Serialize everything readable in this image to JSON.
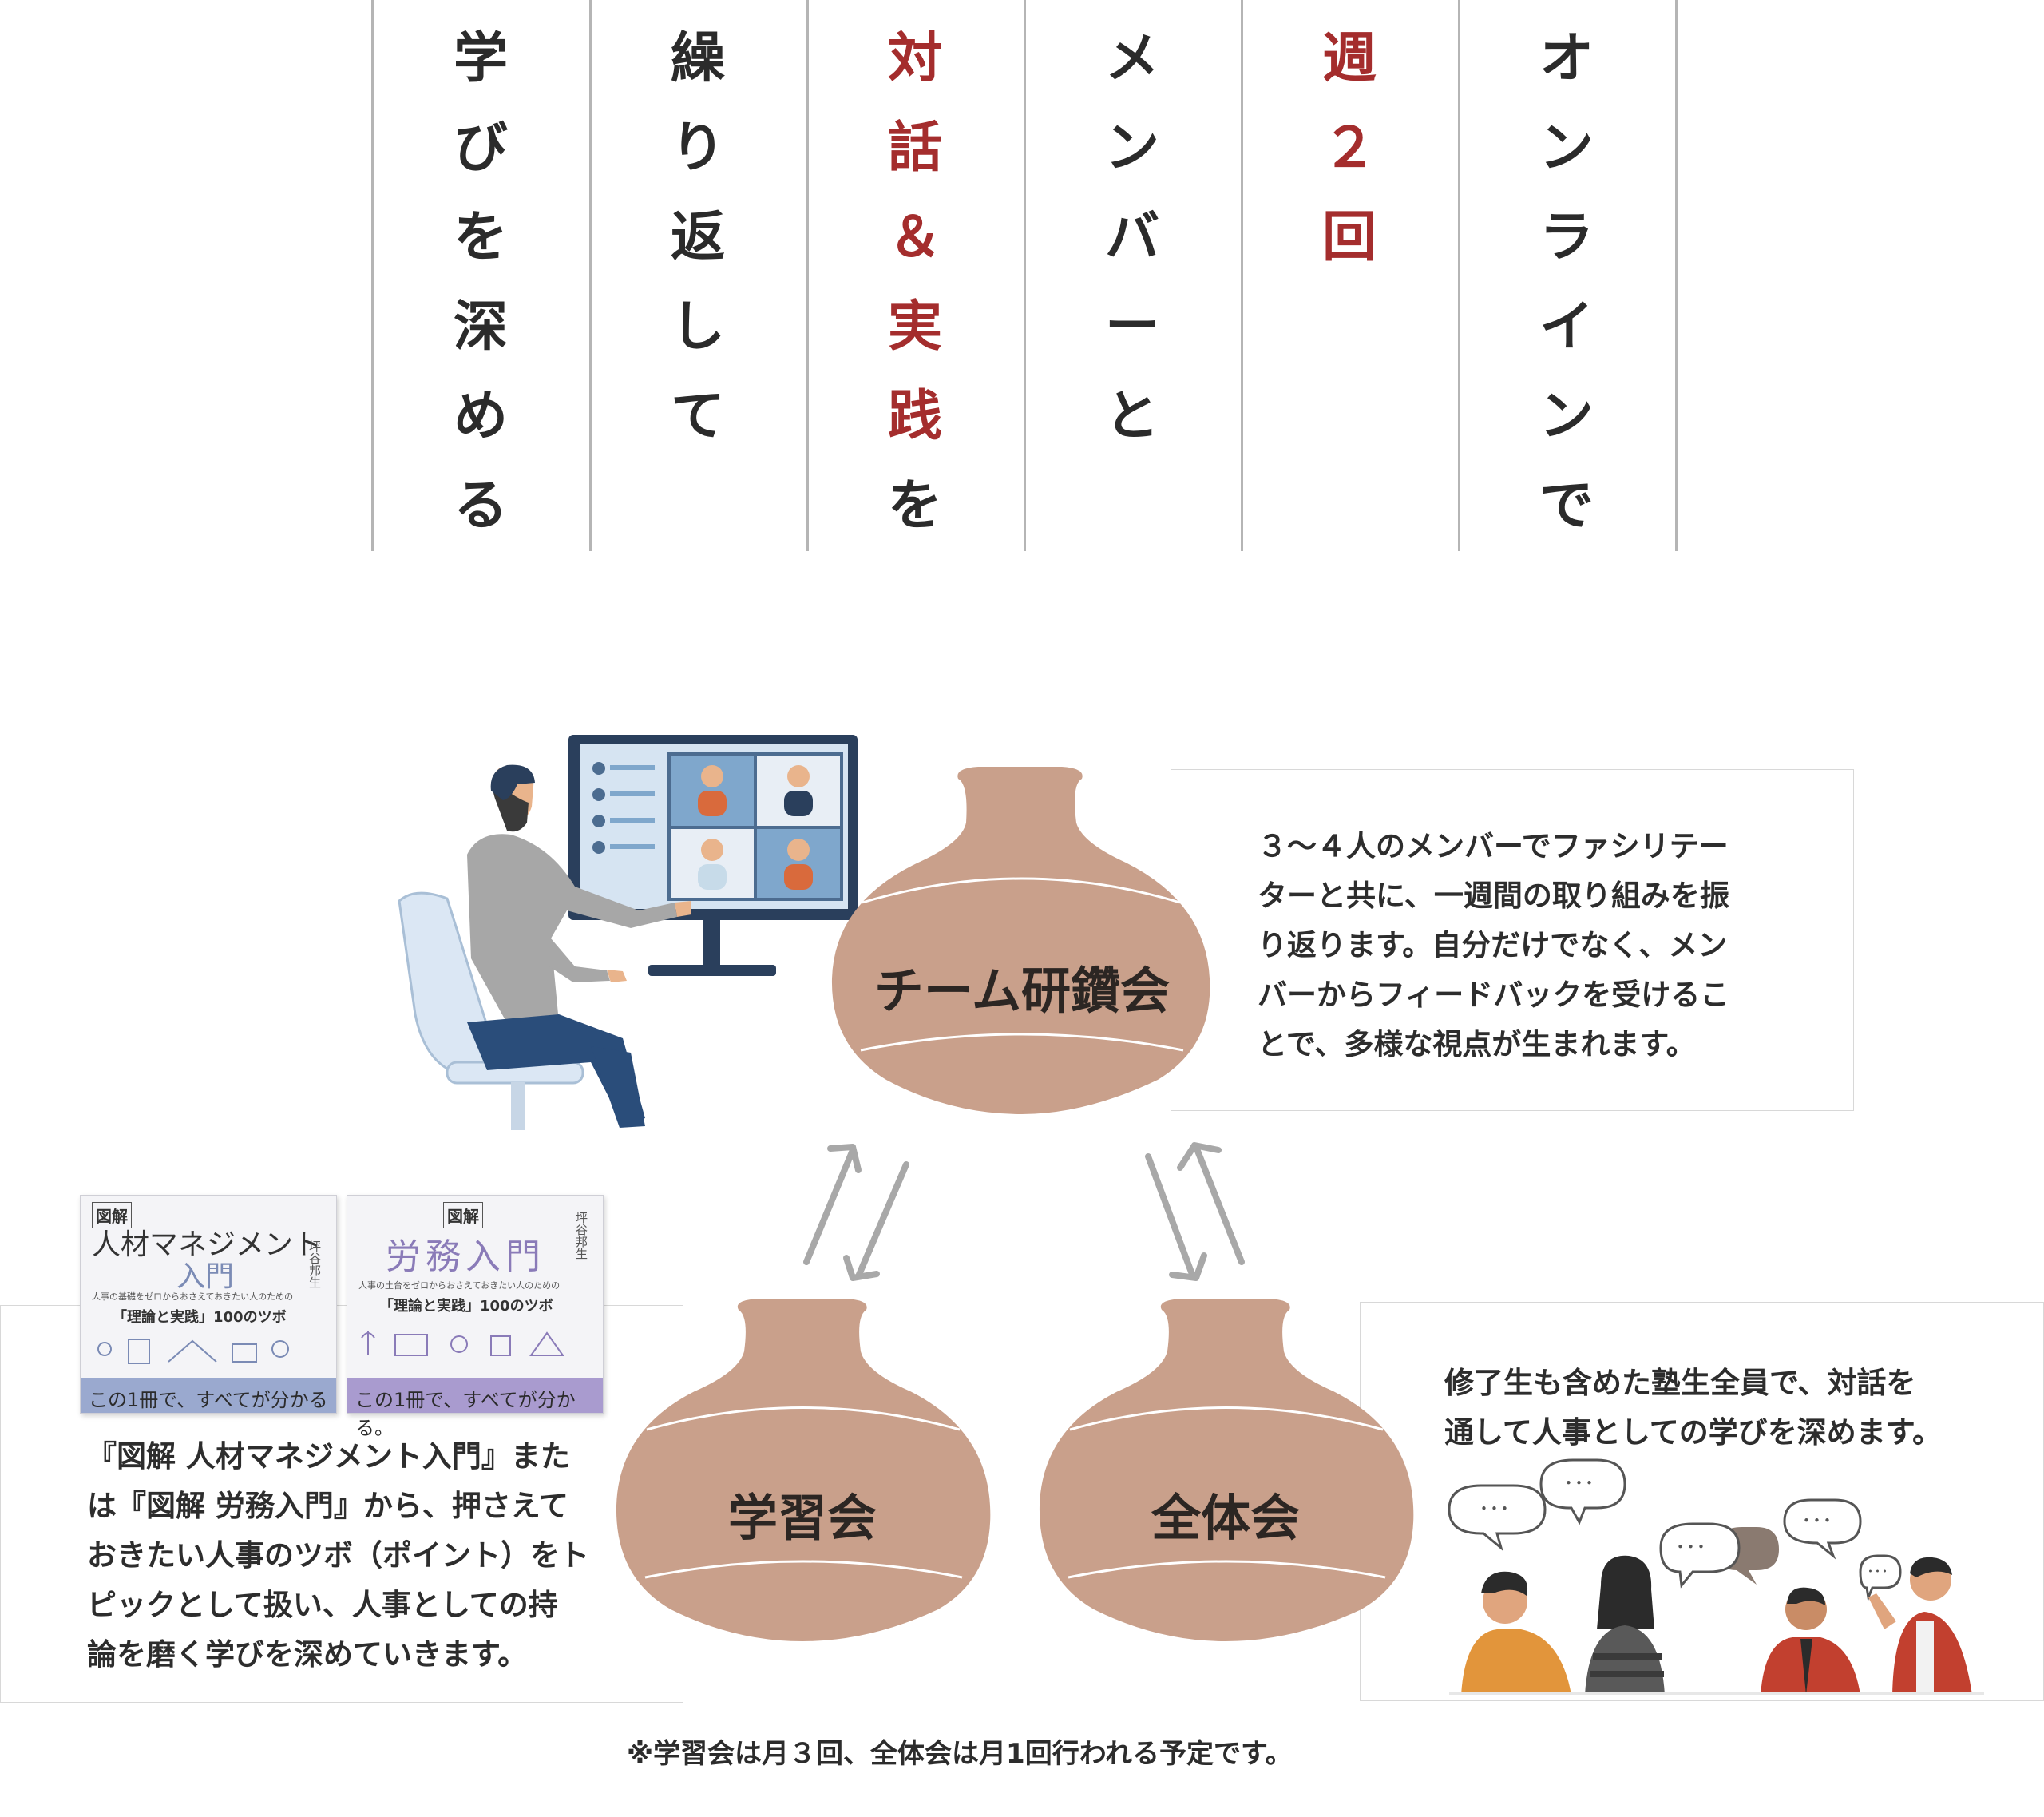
{
  "headline": {
    "columns": [
      {
        "chars": [
          "オ",
          "ン",
          "ラ",
          "イ",
          "ン",
          "で"
        ],
        "red": [
          false,
          false,
          false,
          false,
          false,
          false
        ]
      },
      {
        "chars": [
          "週",
          "２",
          "回"
        ],
        "red": [
          true,
          true,
          true
        ]
      },
      {
        "chars": [
          "メ",
          "ン",
          "バ",
          "ー",
          "と"
        ],
        "red": [
          false,
          false,
          false,
          false,
          false
        ]
      },
      {
        "chars": [
          "対",
          "話",
          "＆",
          "実",
          "践",
          "を"
        ],
        "red": [
          true,
          true,
          true,
          true,
          true,
          false
        ]
      },
      {
        "chars": [
          "繰",
          "り",
          "返",
          "し",
          "て"
        ],
        "red": [
          false,
          false,
          false,
          false,
          false
        ]
      },
      {
        "chars": [
          "学",
          "び",
          "を",
          "深",
          "め",
          "る"
        ],
        "red": [
          false,
          false,
          false,
          false,
          false,
          false
        ]
      }
    ]
  },
  "team": {
    "label": "チーム研鑽会",
    "lines": [
      "３〜４人のメンバーでファシリテー",
      "ターと共に、一週間の取り組みを振",
      "り返ります。自分だけでなく、メン",
      "バーからフィードバックを受けるこ",
      "とで、多様な視点が生まれます。"
    ]
  },
  "study": {
    "label": "学習会",
    "lines": [
      "『図解 人材マネジメント入門』また",
      "は『図解 労務入門』から、押さえて",
      "おきたい人事のツボ（ポイント）をト",
      "ピックとして扱い、人事としての持",
      "論を磨く学びを深めていきます。"
    ],
    "books": [
      {
        "tag": "図解",
        "title": "人材マネジメント",
        "title2": "入門",
        "sub": "人事の基礎をゼロからおさえておきたい人のための",
        "sub2": "「理論と実践」100のツボ",
        "footer": "この1冊で、すべてが分かる",
        "author": "坪谷邦生"
      },
      {
        "tag": "図解",
        "title": "労務入門",
        "title2": "",
        "sub": "人事の土台をゼロからおさえておきたい人のための",
        "sub2": "「理論と実践」100のツボ",
        "footer": "この1冊で、すべてが分かる。",
        "author": "坪谷邦生"
      }
    ]
  },
  "all": {
    "label": "全体会",
    "lines": [
      "修了生も含めた塾生全員で、対話を",
      "通して人事としての学びを深めます。"
    ]
  },
  "footnote": "※学習会は月３回、全体会は月1回行われる予定です。",
  "colors": {
    "jar": "#c9a08b",
    "jar_line": "#ffffff",
    "accent_red": "#a42d2d",
    "arrow": "#a8a8a8"
  }
}
